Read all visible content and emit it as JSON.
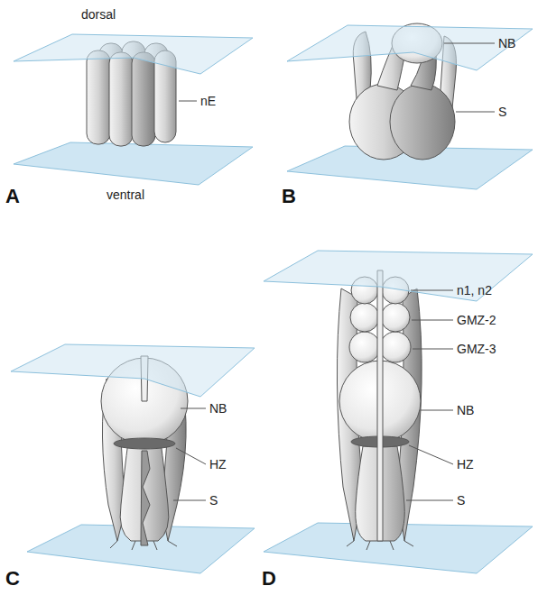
{
  "diagram": {
    "labels": [
      "dorsal",
      "nE",
      "ventral",
      "A",
      "NB",
      "S",
      "B",
      "NB",
      "HZ",
      "S",
      "C",
      "n1, n2",
      "GMZ-2",
      "GMZ-3",
      "NB",
      "HZ",
      "S",
      "D"
    ]
  }
}
